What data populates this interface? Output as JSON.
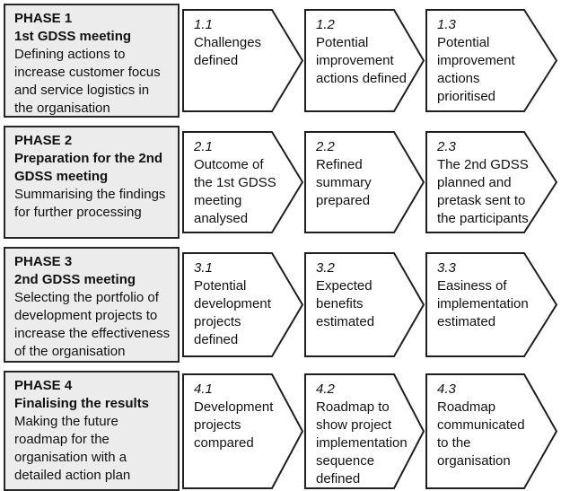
{
  "colors": {
    "phase_box_fill": "#ececec",
    "border": "#262626",
    "arrow_fill": "#ffffff",
    "arrow_border": "#1f1f1f",
    "text": "#111111",
    "background": "#ffffff"
  },
  "phases": [
    {
      "label": "PHASE 1",
      "title": "1st GDSS meeting",
      "description": "Defining actions to\nincrease customer focus\nand service logistics in\nthe organisation",
      "steps": [
        {
          "number": "1.1",
          "text": "Challenges\ndefined"
        },
        {
          "number": "1.2",
          "text": "Potential\nimprovement\nactions defined"
        },
        {
          "number": "1.3",
          "text": "Potential\nimprovement\nactions\nprioritised"
        }
      ]
    },
    {
      "label": "PHASE 2",
      "title": "Preparation for the 2nd\nGDSS meeting",
      "description": "Summarising the findings\nfor further processing",
      "steps": [
        {
          "number": "2.1",
          "text": "Outcome of\nthe 1st GDSS\nmeeting\nanalysed"
        },
        {
          "number": "2.2",
          "text": "Refined\nsummary\nprepared"
        },
        {
          "number": "2.3",
          "text": "The 2nd GDSS\nplanned and\npretask sent to\nthe participants"
        }
      ]
    },
    {
      "label": "PHASE 3",
      "title": "2nd GDSS meeting",
      "description": "Selecting the portfolio of\ndevelopment projects to\nincrease the effectiveness\nof the organisation",
      "steps": [
        {
          "number": "3.1",
          "text": "Potential\ndevelopment\nprojects\ndefined"
        },
        {
          "number": "3.2",
          "text": "Expected\nbenefits\nestimated"
        },
        {
          "number": "3.3",
          "text": "Easiness of\nimplementation\nestimated"
        }
      ]
    },
    {
      "label": "PHASE 4",
      "title": "Finalising the results",
      "description": "Making the future\nroadmap for the\norganisation with a\ndetailed action plan",
      "steps": [
        {
          "number": "4.1",
          "text": "Development\nprojects\ncompared"
        },
        {
          "number": "4.2",
          "text": "Roadmap to\nshow project\nimplementation\nsequence\ndefined"
        },
        {
          "number": "4.3",
          "text": "Roadmap\ncommunicated\nto the\norganisation"
        }
      ]
    }
  ]
}
